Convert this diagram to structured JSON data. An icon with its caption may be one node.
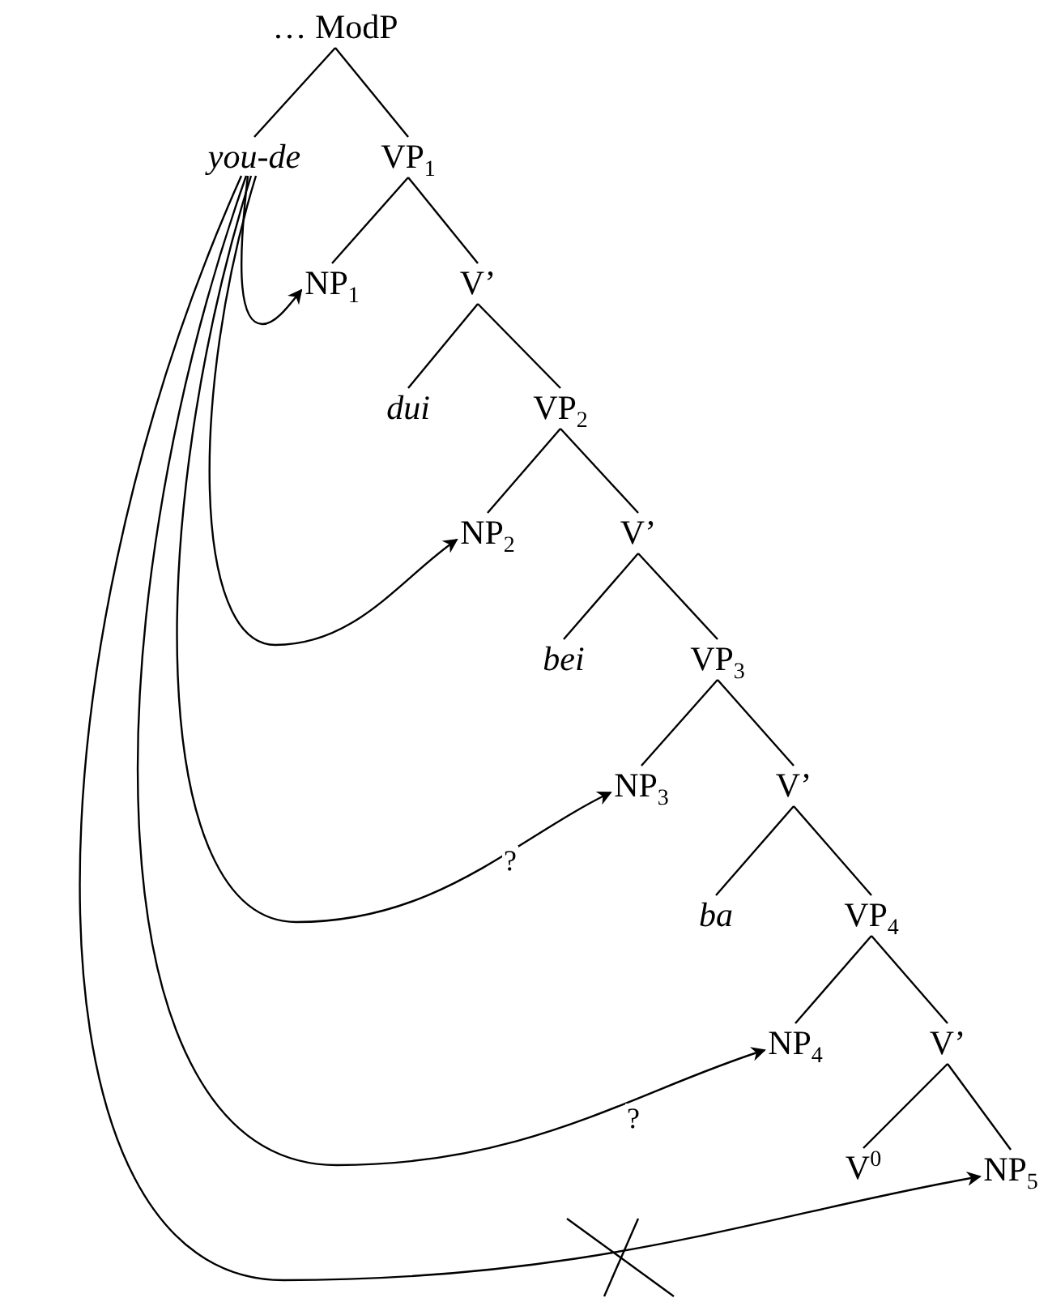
{
  "diagram": {
    "nodes": [
      {
        "text": [
          "… ModP"
        ]
      },
      {
        "text": [
          "you-de"
        ]
      },
      {
        "text": [
          "VP$_{1}$"
        ]
      },
      {
        "text": [
          "NP$_{1}$"
        ]
      },
      {
        "text": [
          "V’"
        ]
      },
      {
        "text": [
          "dui"
        ]
      },
      {
        "text": [
          "VP$_{2}$"
        ]
      },
      {
        "text": [
          "NP$_{2}$"
        ]
      },
      {
        "text": [
          "V’"
        ]
      },
      {
        "text": [
          "bei"
        ]
      },
      {
        "text": [
          "VP$_{3}$"
        ]
      },
      {
        "text": [
          "NP$_{3}$"
        ]
      },
      {
        "text": [
          "V’"
        ]
      },
      {
        "text": [
          "ba"
        ]
      },
      {
        "text": [
          "VP$_{4}$"
        ]
      },
      {
        "text": [
          "NP$_{4}$"
        ]
      },
      {
        "text": [
          "V’"
        ]
      },
      {
        "text": [
          "V$^{0}$"
        ]
      },
      {
        "text": [
          "NP$_{5}$"
        ]
      }
    ],
    "edges": [
      {
        "from": 0,
        "to": 1,
        "arrow": "none"
      },
      {
        "from": 0,
        "to": 2,
        "arrow": "none"
      },
      {
        "from": 2,
        "to": 3,
        "arrow": "none"
      },
      {
        "from": 2,
        "to": 4,
        "arrow": "none"
      },
      {
        "from": 4,
        "to": 5,
        "arrow": "none"
      },
      {
        "from": 4,
        "to": 6,
        "arrow": "none"
      },
      {
        "from": 6,
        "to": 7,
        "arrow": "none"
      },
      {
        "from": 6,
        "to": 8,
        "arrow": "none"
      },
      {
        "from": 8,
        "to": 9,
        "arrow": "none"
      },
      {
        "from": 8,
        "to": 10,
        "arrow": "none"
      },
      {
        "from": 10,
        "to": 11,
        "arrow": "none"
      },
      {
        "from": 10,
        "to": 12,
        "arrow": "none"
      },
      {
        "from": 12,
        "to": 13,
        "arrow": "none"
      },
      {
        "from": 12,
        "to": 14,
        "arrow": "none"
      },
      {
        "from": 14,
        "to": 15,
        "arrow": "none"
      },
      {
        "from": 14,
        "to": 16,
        "arrow": "none"
      },
      {
        "from": 16,
        "to": 17,
        "arrow": "none"
      },
      {
        "from": 16,
        "to": 18,
        "arrow": "none"
      },
      {
        "from": 1,
        "to": 3,
        "arrow": "to"
      },
      {
        "from": 1,
        "to": 7,
        "arrow": "to"
      },
      {
        "from": 1,
        "to": 11,
        "arrow": "to",
        "label": "?"
      },
      {
        "from": 1,
        "to": 15,
        "arrow": "to",
        "label": "?"
      },
      {
        "from": 1,
        "to": 18,
        "arrow": "to"
      }
    ]
  }
}
